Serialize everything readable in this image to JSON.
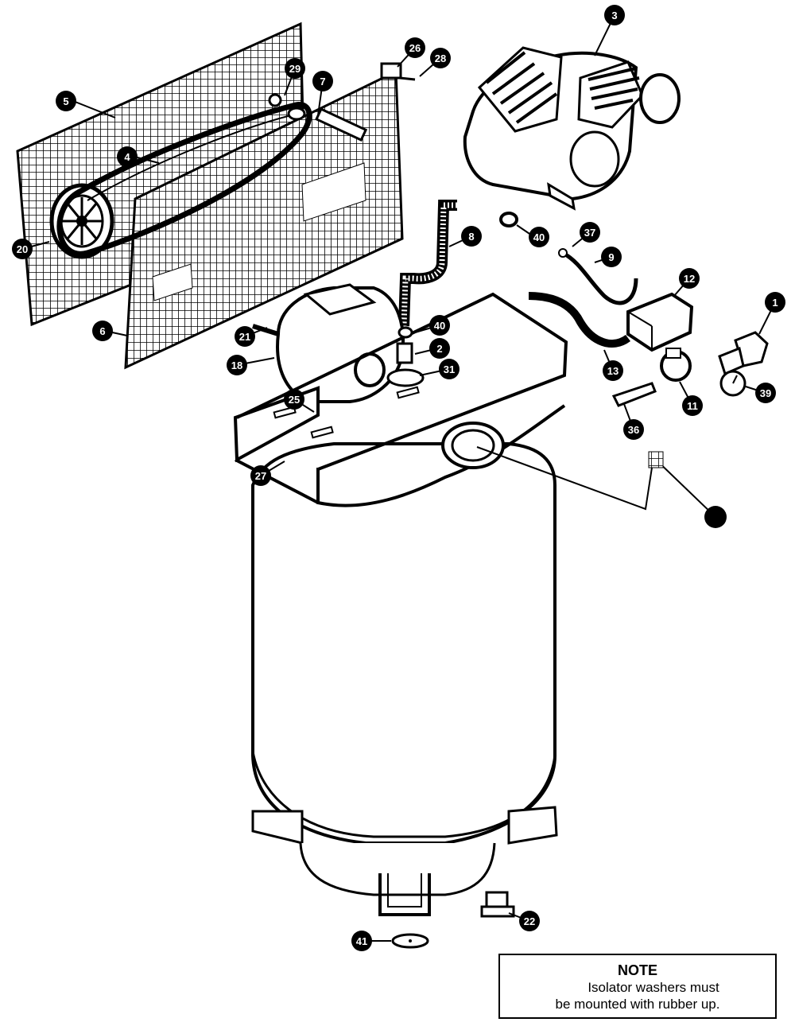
{
  "note": {
    "title": "NOTE",
    "lines": [
      "Isolator washers must",
      "be mounted with rubber up."
    ]
  },
  "part_labels": [
    "1",
    "2",
    "3",
    "4",
    "5",
    "6",
    "7",
    "8",
    "9",
    "11",
    "12",
    "13",
    "18",
    "20",
    "21",
    "22",
    "25",
    "26",
    "27",
    "28",
    "29",
    "31",
    "36",
    "37",
    "39",
    "40",
    "40",
    "41"
  ],
  "colors": {
    "ink": "#000000",
    "paper": "#ffffff"
  }
}
